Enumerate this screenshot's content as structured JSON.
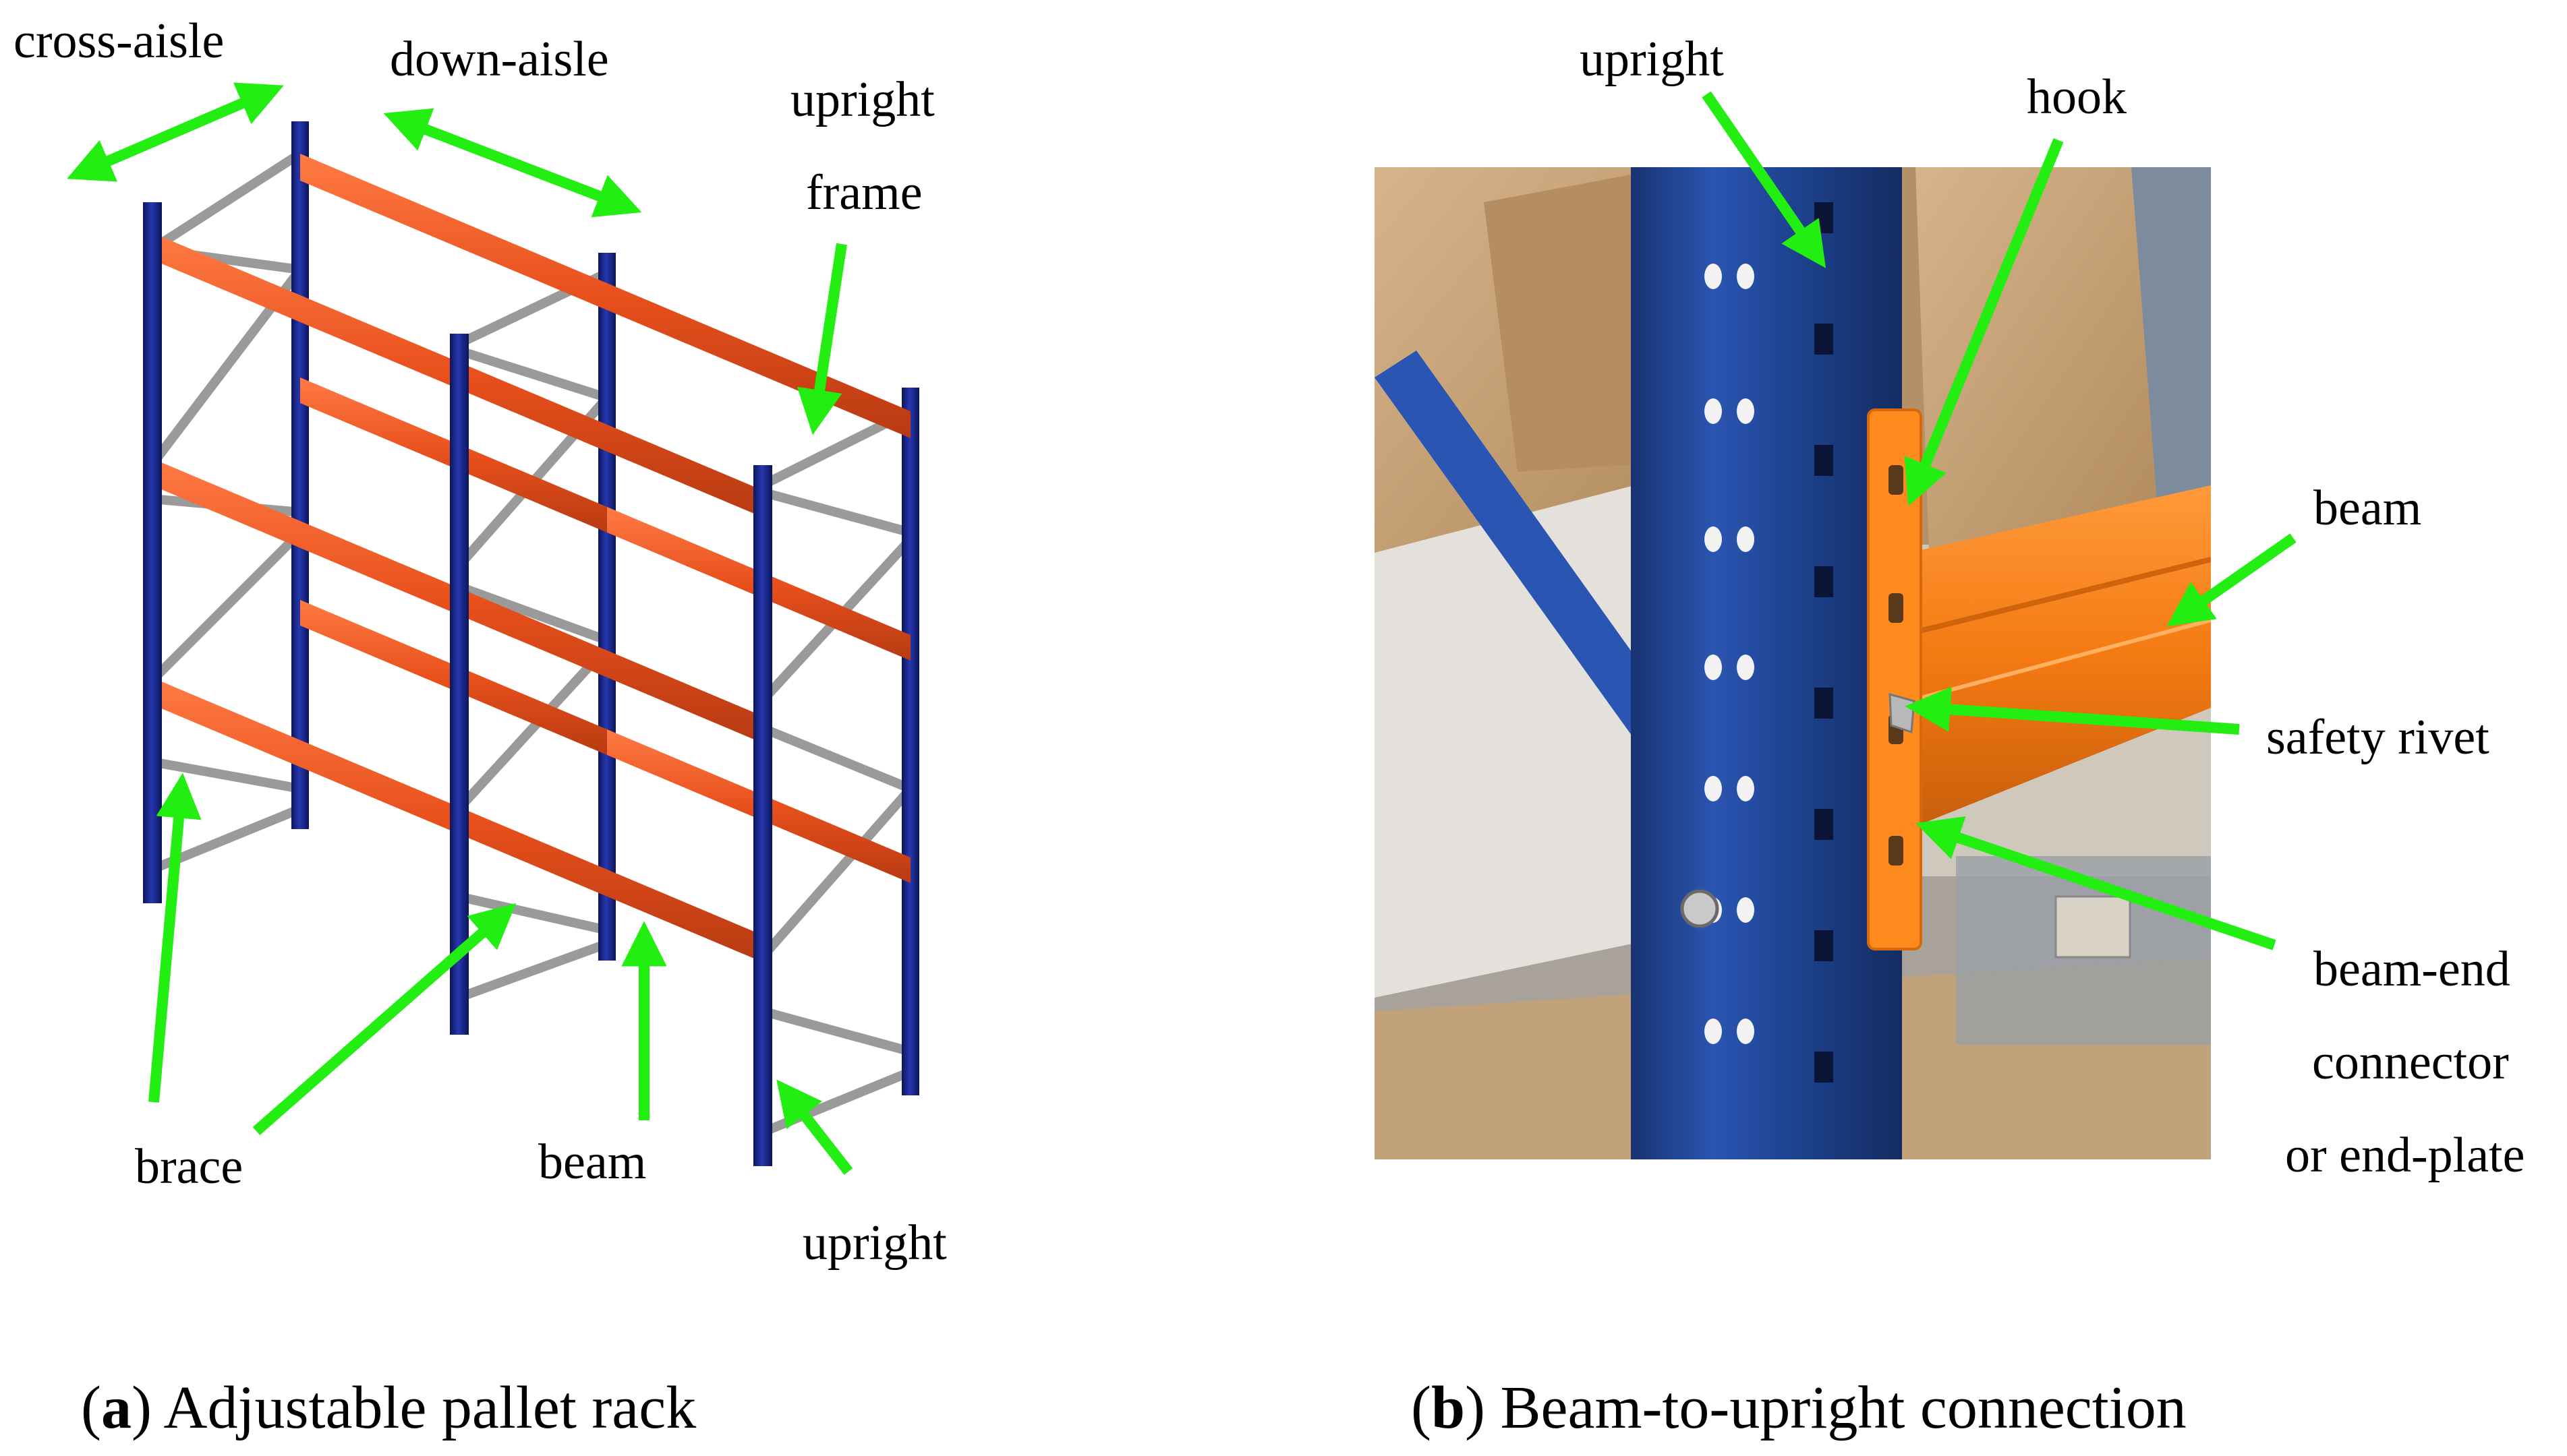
{
  "panel_a": {
    "labels": {
      "cross_aisle": "cross-aisle",
      "down_aisle": "down-aisle",
      "upright_frame_line1": "upright",
      "upright_frame_line2": "frame",
      "brace": "brace",
      "beam": "beam",
      "upright": "upright"
    },
    "caption": {
      "open": "(",
      "letter": "a",
      "close": ") ",
      "text": "Adjustable pallet rack"
    }
  },
  "panel_b": {
    "labels": {
      "upright": "upright",
      "hook": "hook",
      "beam": "beam",
      "safety_rivet": "safety rivet",
      "beam_end_line1": "beam-end",
      "beam_end_line2": "connector",
      "beam_end_line3": "or end-plate"
    },
    "caption": {
      "open": "(",
      "letter": "b",
      "close": ") ",
      "text": "Beam-to-upright connection"
    }
  },
  "colors": {
    "arrow": "#22ee11",
    "upright": "#1a2a8c",
    "beam": "#ee5522",
    "brace": "#9a9a9a",
    "photo_upright": "#1e3f8c",
    "photo_endplate": "#ff8a1e",
    "photo_beam": "#f47a12",
    "cardboard": "#c8a276"
  }
}
